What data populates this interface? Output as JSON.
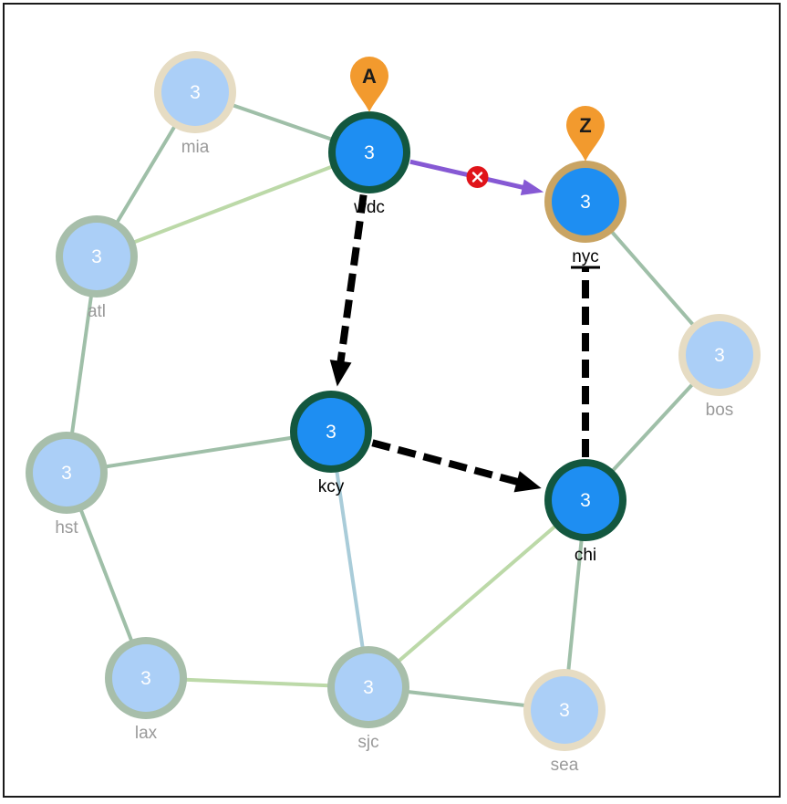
{
  "colors": {
    "active_fill": "#1e8ef2",
    "active_ring": "#13573f",
    "inactive_fill": "#abcff7",
    "inactive_ring_green": "#a7beaa",
    "inactive_ring_tan": "#e6dcc3",
    "dest_ring": "#c9a463",
    "edge_green": "#9fbfa8",
    "edge_lightgreen": "#bcd9a8",
    "edge_blue": "#a9ccd9",
    "path_arrow": "#000000",
    "blocked_arrow": "#8659d4",
    "blocked_marker": "#e0141a",
    "pin": "#f29a2e",
    "label_active": "#000000",
    "label_inactive": "#9a9a9a"
  },
  "markers": {
    "source": {
      "letter": "A",
      "node": "wdc",
      "icon": "map-pin-icon"
    },
    "destination": {
      "letter": "Z",
      "node": "nyc",
      "icon": "map-pin-icon"
    },
    "blocked_icon": "close-icon"
  },
  "nodes": [
    {
      "id": "mia",
      "label": "mia",
      "value": "3",
      "state": "inactive",
      "ring": "tan"
    },
    {
      "id": "wdc",
      "label": "wdc",
      "value": "3",
      "state": "active"
    },
    {
      "id": "nyc",
      "label": "nyc",
      "value": "3",
      "state": "destination"
    },
    {
      "id": "atl",
      "label": "atl",
      "value": "3",
      "state": "inactive",
      "ring": "green"
    },
    {
      "id": "bos",
      "label": "bos",
      "value": "3",
      "state": "inactive",
      "ring": "tan"
    },
    {
      "id": "kcy",
      "label": "kcy",
      "value": "3",
      "state": "active"
    },
    {
      "id": "hst",
      "label": "hst",
      "value": "3",
      "state": "inactive",
      "ring": "green"
    },
    {
      "id": "chi",
      "label": "chi",
      "value": "3",
      "state": "active"
    },
    {
      "id": "lax",
      "label": "lax",
      "value": "3",
      "state": "inactive",
      "ring": "green"
    },
    {
      "id": "sjc",
      "label": "sjc",
      "value": "3",
      "state": "inactive",
      "ring": "green"
    },
    {
      "id": "sea",
      "label": "sea",
      "value": "3",
      "state": "inactive",
      "ring": "tan"
    }
  ],
  "links": [
    {
      "from": "mia",
      "to": "wdc",
      "style": "green"
    },
    {
      "from": "mia",
      "to": "atl",
      "style": "green"
    },
    {
      "from": "atl",
      "to": "wdc",
      "style": "lightgreen"
    },
    {
      "from": "atl",
      "to": "hst",
      "style": "green"
    },
    {
      "from": "hst",
      "to": "kcy",
      "style": "green"
    },
    {
      "from": "hst",
      "to": "lax",
      "style": "green"
    },
    {
      "from": "lax",
      "to": "sjc",
      "style": "lightgreen"
    },
    {
      "from": "sjc",
      "to": "kcy",
      "style": "blue"
    },
    {
      "from": "sjc",
      "to": "sea",
      "style": "green"
    },
    {
      "from": "sjc",
      "to": "chi",
      "style": "lightgreen"
    },
    {
      "from": "chi",
      "to": "sea",
      "style": "green"
    },
    {
      "from": "chi",
      "to": "bos",
      "style": "green"
    },
    {
      "from": "nyc",
      "to": "bos",
      "style": "green"
    }
  ],
  "path": [
    {
      "from": "wdc",
      "to": "kcy",
      "type": "dashed-arrow"
    },
    {
      "from": "kcy",
      "to": "chi",
      "type": "dashed-arrow"
    },
    {
      "from": "chi",
      "to": "nyc",
      "type": "dashed-bar"
    }
  ],
  "blocked": {
    "from": "wdc",
    "to": "nyc"
  }
}
